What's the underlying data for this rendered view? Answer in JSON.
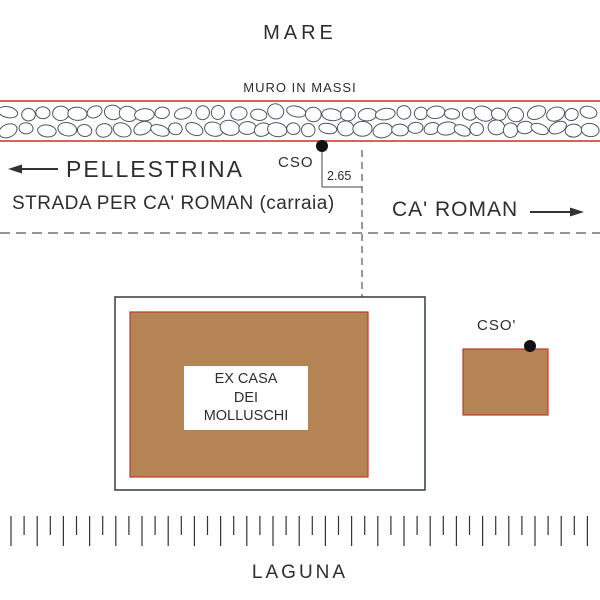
{
  "diagram": {
    "top_label": "MARE",
    "wall_label": "MURO IN MASSI",
    "left_area": "PELLESTRINA",
    "road_label": "STRADA PER CA' ROMAN (carraia)",
    "right_area": "CA' ROMAN",
    "point_label": "CSO",
    "dimension": "2.65",
    "building_label": "EX CASA\nDEI\nMOLLUSCHI",
    "point2_label": "CSO'",
    "bottom_label": "LAGUNA"
  },
  "colors": {
    "brown_fill": "#b48455",
    "brown_stroke": "#c0392b",
    "red_line": "#d22d1e",
    "stone_outline": "#4e5660",
    "outline": "#333a45",
    "dash": "#555555",
    "dot": "#111111",
    "text": "#2e2e2e"
  }
}
